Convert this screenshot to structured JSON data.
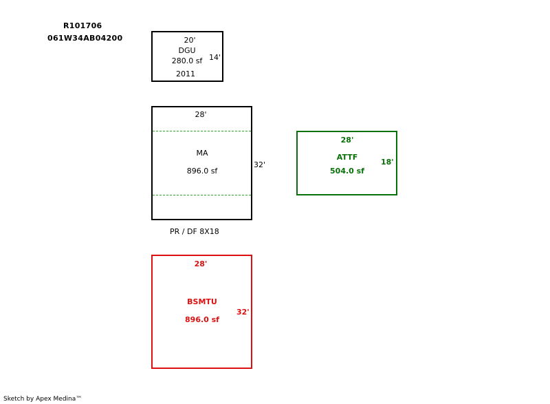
{
  "header": {
    "parcel_id": "R101706",
    "map_number": "061W34AB04200"
  },
  "colors": {
    "default": "#000000",
    "attf": "#087008",
    "bsmtu": "#dc1010",
    "divider": "#2ea02e"
  },
  "shapes": {
    "dgu": {
      "width_label": "20'",
      "name": "DGU",
      "area": "280.0 sf",
      "depth_label": "14'",
      "year": "2011"
    },
    "ma": {
      "width_label": "28'",
      "name": "MA",
      "area": "896.0 sf",
      "depth_label": "32'",
      "note": "PR / DF  8X18"
    },
    "attf": {
      "width_label": "28'",
      "name": "ATTF",
      "area": "504.0 sf",
      "depth_label": "18'"
    },
    "bsmtu": {
      "width_label": "28'",
      "name": "BSMTU",
      "area": "896.0 sf",
      "depth_label": "32'"
    }
  },
  "footer": {
    "credit": "Sketch by Apex Medina™"
  }
}
